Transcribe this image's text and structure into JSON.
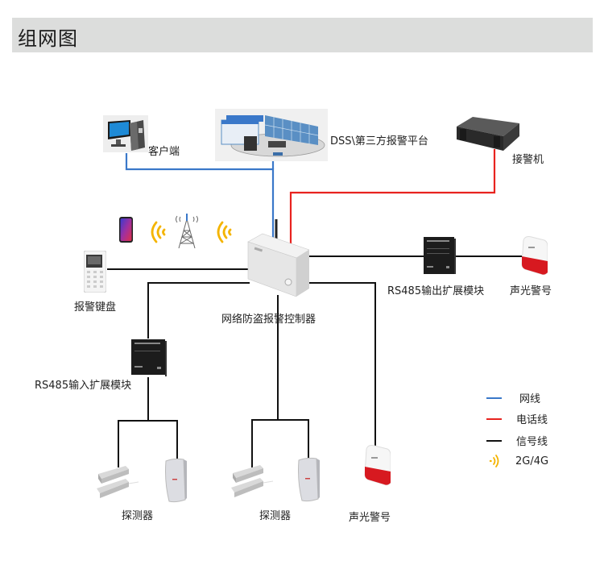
{
  "header": {
    "title": "组网图"
  },
  "devices": {
    "client": {
      "label": "客户端",
      "icon": "desktop-computer-icon"
    },
    "platform": {
      "label": "DSS\\第三方报警平台",
      "icon": "monitoring-center-icon"
    },
    "receiver": {
      "label": "接警机",
      "icon": "rack-server-icon"
    },
    "controller": {
      "label": "网络防盗报警控制器",
      "icon": "alarm-controller-box-icon"
    },
    "keypad": {
      "label": "报警键盘",
      "icon": "keypad-icon"
    },
    "output_module": {
      "label": "RS485输出扩展模块",
      "icon": "expansion-module-icon"
    },
    "siren_right": {
      "label": "声光警号",
      "icon": "siren-icon"
    },
    "input_module": {
      "label": "RS485输入扩展模块",
      "icon": "expansion-module-icon"
    },
    "detector_left": {
      "label": "探测器",
      "icon": "detector-icon"
    },
    "detector_mid": {
      "label": "探测器",
      "icon": "detector-icon"
    },
    "siren_bottom": {
      "label": "声光警号",
      "icon": "siren-icon"
    },
    "phone": {
      "icon": "smartphone-icon"
    },
    "tower": {
      "icon": "cell-tower-icon"
    }
  },
  "legend": [
    {
      "label": "网线",
      "type": "line",
      "color": "#3a78c9"
    },
    {
      "label": "电话线",
      "type": "line",
      "color": "#e8231f"
    },
    {
      "label": "信号线",
      "type": "line",
      "color": "#111111"
    },
    {
      "label": "2G/4G",
      "type": "wireless",
      "color": "#f4b400"
    }
  ],
  "colors": {
    "network": "#3a78c9",
    "phone": "#e8231f",
    "signal": "#111111",
    "wireless": "#f4b400"
  }
}
